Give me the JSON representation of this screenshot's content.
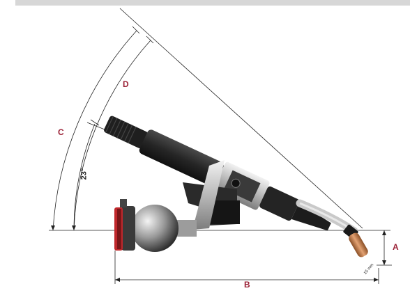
{
  "labels": {
    "A": "A",
    "B": "B",
    "C": "C",
    "D": "D",
    "angle": "23°",
    "stickout": "15 mm"
  },
  "colors": {
    "top_bar": "#d7d7d7",
    "label": "#9b2237",
    "line": "#222222",
    "torch_body": "#2b2b2b",
    "torch_dark": "#1a1a1a",
    "neck_silver": "#c8c8c8",
    "contact_tip": "#c27a47",
    "flange_red": "#c0282c"
  },
  "icons": {
    "torch": "welding-torch-illustration"
  }
}
